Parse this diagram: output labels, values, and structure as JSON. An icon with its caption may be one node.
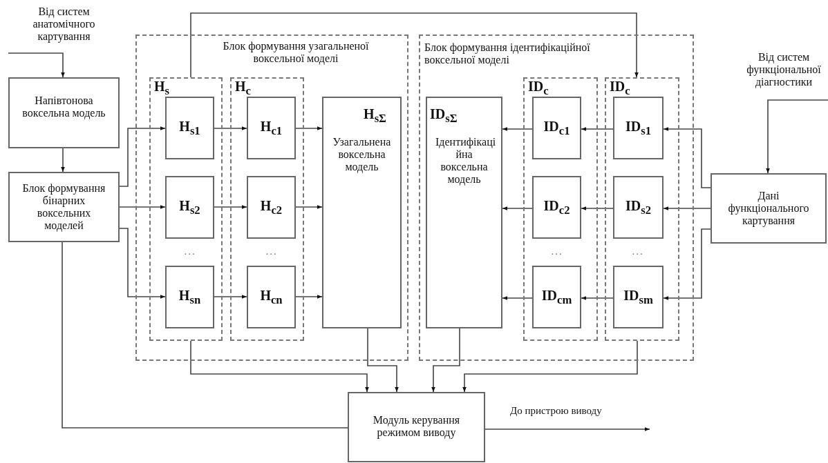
{
  "diagram": {
    "nodes": [
      {
        "text": [
          "Напівтонова воксельна модель"
        ]
      },
      {
        "text": [
          "Блок формування бінарних воксельних моделей"
        ]
      },
      {
        "text": [
          "Блок формування узагальненої воксельної моделі"
        ]
      },
      {
        "text": [
          "H$_{s}$"
        ],
        "in": 2
      },
      {
        "text": [
          "H$_{s}$$_{1}$"
        ],
        "in": 3
      },
      {
        "text": [
          "H$_{s}$$_{2}$"
        ],
        "in": 3
      },
      {
        "text": [
          "H$_{s}$$_{n}$"
        ],
        "in": 3
      },
      {
        "text": [
          "H$_{c}$"
        ],
        "in": 2
      },
      {
        "text": [
          "H$_{c}$$_{1}$"
        ],
        "in": 7
      },
      {
        "text": [
          "H$_{c}$$_{2}$"
        ],
        "in": 7
      },
      {
        "text": [
          "H$_{c}$$_{n}$"
        ],
        "in": 7
      },
      {
        "text": [
          "H$_{s}$$_{Σ}$",
          "Узагальнена воксельна модель"
        ],
        "in": 2
      },
      {
        "text": [
          "Блок формування ідентифікаційної воксельної моделі"
        ]
      },
      {
        "text": [
          "ID$_{s}$$_{Σ}$",
          "Ідентифікаці йна воксельна модель"
        ],
        "in": 12
      },
      {
        "text": [
          "ID$_{c}$"
        ],
        "in": 12
      },
      {
        "text": [
          "ID$_{c}$$_{1}$"
        ],
        "in": 14
      },
      {
        "text": [
          "ID$_{c}$$_{2}$"
        ],
        "in": 14
      },
      {
        "text": [
          "ID$_{c}$$_{m}$"
        ],
        "in": 14
      },
      {
        "text": [
          "ID$_{c}$"
        ],
        "in": 12
      },
      {
        "text": [
          "ID$_{s}$$_{1}$"
        ],
        "in": 18
      },
      {
        "text": [
          "ID$_{s}$$_{2}$"
        ],
        "in": 18
      },
      {
        "text": [
          "ID$_{s}$$_{m}$"
        ],
        "in": 18
      },
      {
        "text": [
          "Дані функціонального картування"
        ]
      },
      {
        "text": [
          "Модуль керування режимом виводу"
        ]
      }
    ],
    "edges": [
      {
        "from": null,
        "to": 0,
        "arrow": "to"
      },
      {
        "from": 0,
        "to": 1,
        "arrow": "to"
      },
      {
        "from": 1,
        "to": 4,
        "arrow": "to"
      },
      {
        "from": 1,
        "to": 5,
        "arrow": "to"
      },
      {
        "from": 1,
        "to": 6,
        "arrow": "to"
      },
      {
        "from": 4,
        "to": 8,
        "arrow": "to"
      },
      {
        "from": 5,
        "to": 9,
        "arrow": "to"
      },
      {
        "from": 6,
        "to": 10,
        "arrow": "to"
      },
      {
        "from": 8,
        "to": 11,
        "arrow": "to"
      },
      {
        "from": 9,
        "to": 11,
        "arrow": "to"
      },
      {
        "from": 10,
        "to": 11,
        "arrow": "to"
      },
      {
        "from": 3,
        "to": 18,
        "arrow": "to"
      },
      {
        "from": null,
        "to": 22,
        "arrow": "to"
      },
      {
        "from": 22,
        "to": 19,
        "arrow": "to"
      },
      {
        "from": 22,
        "to": 20,
        "arrow": "to"
      },
      {
        "from": 22,
        "to": 21,
        "arrow": "to"
      },
      {
        "from": 19,
        "to": 15,
        "arrow": "to"
      },
      {
        "from": 20,
        "to": 16,
        "arrow": "to"
      },
      {
        "from": 21,
        "to": 17,
        "arrow": "to"
      },
      {
        "from": 15,
        "to": 13,
        "arrow": "to"
      },
      {
        "from": 16,
        "to": 13,
        "arrow": "to"
      },
      {
        "from": 17,
        "to": 13,
        "arrow": "to"
      },
      {
        "from": 3,
        "to": 23,
        "arrow": "to"
      },
      {
        "from": 11,
        "to": 23,
        "arrow": "to"
      },
      {
        "from": 13,
        "to": 23,
        "arrow": "to"
      },
      {
        "from": 18,
        "to": 23,
        "arrow": "to"
      },
      {
        "from": 1,
        "to": 23,
        "arrow": "none"
      },
      {
        "from": 23,
        "to": null,
        "arrow": "to",
        "label": "До пристрою виводу"
      }
    ],
    "labels": [
      "Від систем анатомічного картування",
      "Від систем функціональної діагностики",
      "...",
      "...",
      "...",
      "..."
    ]
  }
}
